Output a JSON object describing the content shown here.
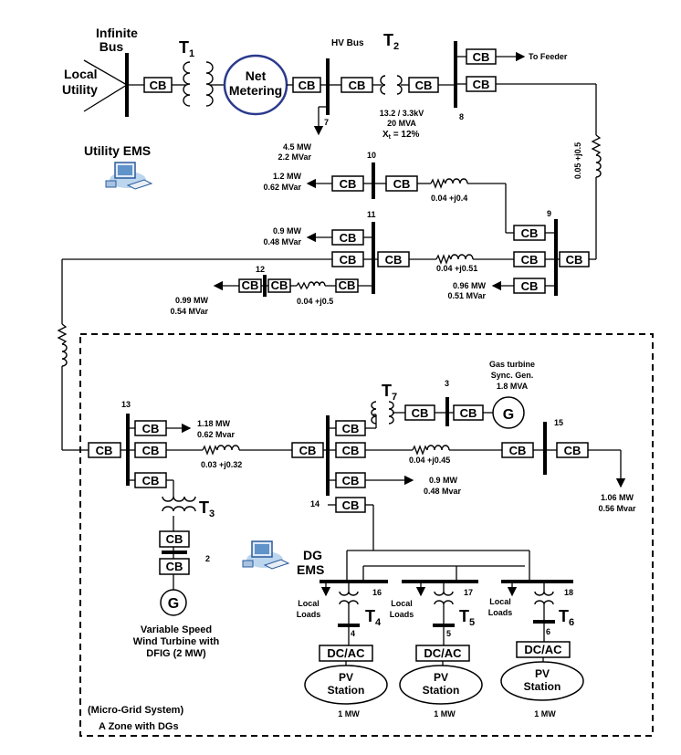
{
  "labels": {
    "infinite_bus": "Infinite\nBus",
    "local_utility": "Local\nUtility",
    "t1": "T",
    "t1_sub": "1",
    "net_metering": "Net\nMetering",
    "hv_bus": "HV Bus",
    "t2": "T",
    "t2_sub": "2",
    "t2_rating_1": "13.2 / 3.3kV",
    "t2_rating_2": "20 MVA",
    "t2_rating_3": "X",
    "t2_rating_3_sub": "t",
    "t2_rating_3_val": " = 12%",
    "to_feeder": "To Feeder",
    "line_8_9": "0.05 +j0.5",
    "utility_ems": "Utility EMS",
    "load7_p": "4.5 MW",
    "load7_q": "2.2 MVar",
    "load10_p": "1.2 MW",
    "load10_q": "0.62 MVar",
    "line_10_9": "0.04 +j0.4",
    "load11_p": "0.9 MW",
    "load11_q": "0.48 MVar",
    "line_11_9": "0.04 +j0.51",
    "load9_p": "0.96 MW",
    "load9_q": "0.51 MVar",
    "load12_p": "0.99 MW",
    "load12_q": "0.54 MVar",
    "line_12_11": "0.04 +j0.5",
    "gas_turbine_1": "Gas turbine",
    "gas_turbine_2": "Sync. Gen.",
    "gas_turbine_3": "1.8 MVA",
    "t7": "T",
    "t7_sub": "7",
    "load13_p": "1.18 MW",
    "load13_q": "0.62 Mvar",
    "line_13_14": "0.03 +j0.32",
    "line_14_15": "0.04 +j0.45",
    "load14_p": "0.9 MW",
    "load14_q": "0.48 Mvar",
    "load15_p": "1.06 MW",
    "load15_q": "0.56 Mvar",
    "t3": "T",
    "t3_sub": "3",
    "wind_1": "Variable Speed",
    "wind_2": "Wind Turbine with",
    "wind_3": "DFIG (2 MW)",
    "dg_ems_1": "DG",
    "dg_ems_2": "EMS",
    "local_loads_1": "Local",
    "local_loads_2": "Loads",
    "t4": "T",
    "t4_sub": "4",
    "t5": "T",
    "t5_sub": "5",
    "t6": "T",
    "t6_sub": "6",
    "dcac": "DC/AC",
    "pv_1": "PV",
    "pv_2": "Station",
    "pv_rating": "1 MW",
    "microgrid_1": "(Micro-Grid System)",
    "microgrid_2": "A Zone with DGs",
    "cb": "CB",
    "gen": "G"
  },
  "bus_numbers": {
    "b7": "7",
    "b8": "8",
    "b10": "10",
    "b9": "9",
    "b11": "11",
    "b12": "12",
    "b13": "13",
    "b3": "3",
    "b15": "15",
    "b14": "14",
    "b2": "2",
    "b16": "16",
    "b17": "17",
    "b18": "18",
    "b4": "4",
    "b5": "5",
    "b6": "6"
  }
}
